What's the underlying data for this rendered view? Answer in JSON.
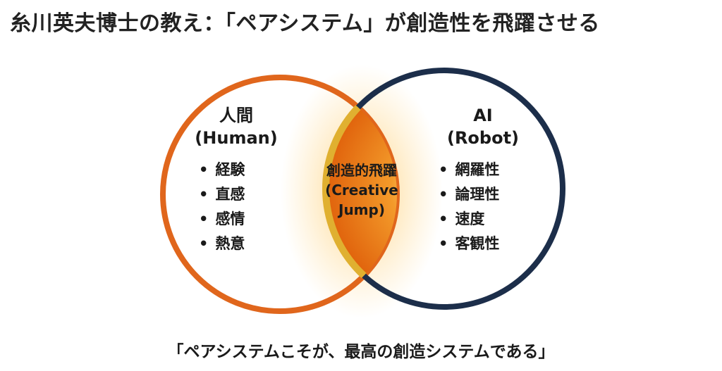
{
  "title": "糸川英夫博士の教え：「ペアシステム」が創造性を飛躍させる",
  "left": {
    "heading": "人間",
    "subheading": "(Human)",
    "items": [
      "経験",
      "直感",
      "感情",
      "熱意"
    ],
    "color": "#e0661c"
  },
  "right": {
    "heading": "AI",
    "subheading": "(Robot)",
    "items": [
      "網羅性",
      "論理性",
      "速度",
      "客観性"
    ],
    "color": "#1c2e4a"
  },
  "center": {
    "line1": "創造的飛躍",
    "line2": "(Creative",
    "line3": "Jump)",
    "color": "#e8740f"
  },
  "quote": "「ペアシステムこそが、最高の創造システムである」"
}
